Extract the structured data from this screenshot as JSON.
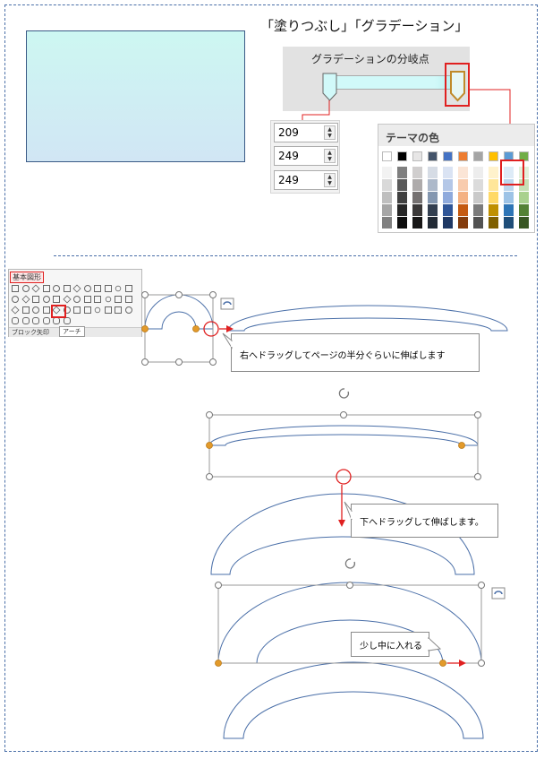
{
  "gradient_section": {
    "title": "「塗りつぶし」「グラデーション」",
    "stops_label": "グラデーションの分岐点",
    "rgb_values": [
      "209",
      "249",
      "249"
    ],
    "selected_stop_color": "#d1f9f9"
  },
  "theme_palette": {
    "title": "テーマの色",
    "top_row": [
      "#ffffff",
      "#000000",
      "#e7e6e6",
      "#44546a",
      "#4472c4",
      "#ed7d31",
      "#a5a5a5",
      "#ffc000",
      "#5b9bd5",
      "#70ad47"
    ],
    "columns": [
      [
        "#f2f2f2",
        "#d9d9d9",
        "#bfbfbf",
        "#a6a6a6",
        "#808080"
      ],
      [
        "#7f7f7f",
        "#595959",
        "#404040",
        "#262626",
        "#0d0d0d"
      ],
      [
        "#d0cece",
        "#aeabab",
        "#757171",
        "#3a3838",
        "#171616"
      ],
      [
        "#d6dce5",
        "#adb9ca",
        "#8497b0",
        "#333f50",
        "#222a35"
      ],
      [
        "#dae3f3",
        "#b4c7e7",
        "#8faadc",
        "#2f5597",
        "#1f3864"
      ],
      [
        "#fbe5d6",
        "#f8cbad",
        "#f4b183",
        "#c55a11",
        "#843c0c"
      ],
      [
        "#ededed",
        "#dbdbdb",
        "#c9c9c9",
        "#7b7b7b",
        "#525252"
      ],
      [
        "#fff2cc",
        "#ffe699",
        "#ffd966",
        "#bf9000",
        "#7f6000"
      ],
      [
        "#ddebf7",
        "#bdd7ee",
        "#9dc3e6",
        "#2e75b6",
        "#1f4e79"
      ],
      [
        "#e2f0d9",
        "#c5e0b4",
        "#a9d18e",
        "#548235",
        "#385723"
      ]
    ]
  },
  "shapes_gallery": {
    "header": "基本図形",
    "footer": "ブロック矢印",
    "tooltip": "アーチ"
  },
  "instructions": {
    "step1": "右へドラッグしてページの半分ぐらいに伸ばします",
    "step2": "下へドラッグして伸ばします。",
    "step3": "少し中に入れる"
  },
  "colors": {
    "accent_red": "#e02020",
    "arch_stroke": "#4a6fa8",
    "handle_orange": "#e39a2a"
  }
}
